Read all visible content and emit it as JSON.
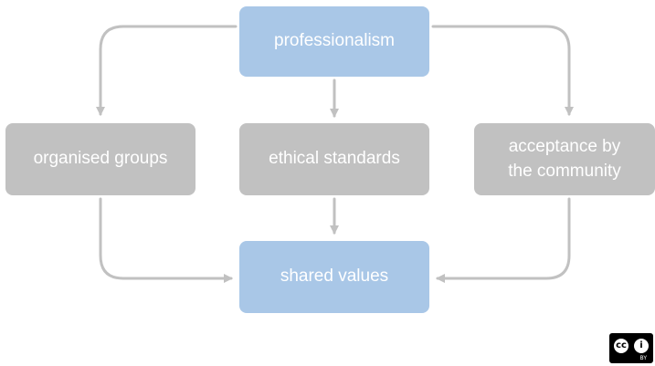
{
  "diagram": {
    "nodes": {
      "professionalism": "professionalism",
      "organised_groups": "organised groups",
      "ethical_standards": "ethical standards",
      "acceptance": "acceptance by\nthe community",
      "shared_values": "shared values"
    },
    "edges": [
      {
        "from": "professionalism",
        "to": "organised_groups"
      },
      {
        "from": "professionalism",
        "to": "ethical_standards"
      },
      {
        "from": "professionalism",
        "to": "acceptance"
      },
      {
        "from": "organised_groups",
        "to": "shared_values"
      },
      {
        "from": "ethical_standards",
        "to": "shared_values"
      },
      {
        "from": "acceptance",
        "to": "shared_values"
      }
    ],
    "colors": {
      "highlight_node": "#a9c7e7",
      "default_node": "#c1c1c1",
      "connector": "#c1c1c1",
      "node_text": "#ffffff"
    }
  },
  "license_badge": {
    "icon": "creative-commons-by-icon",
    "cc_glyph": "cc",
    "by_glyph": "i",
    "label": "BY"
  }
}
